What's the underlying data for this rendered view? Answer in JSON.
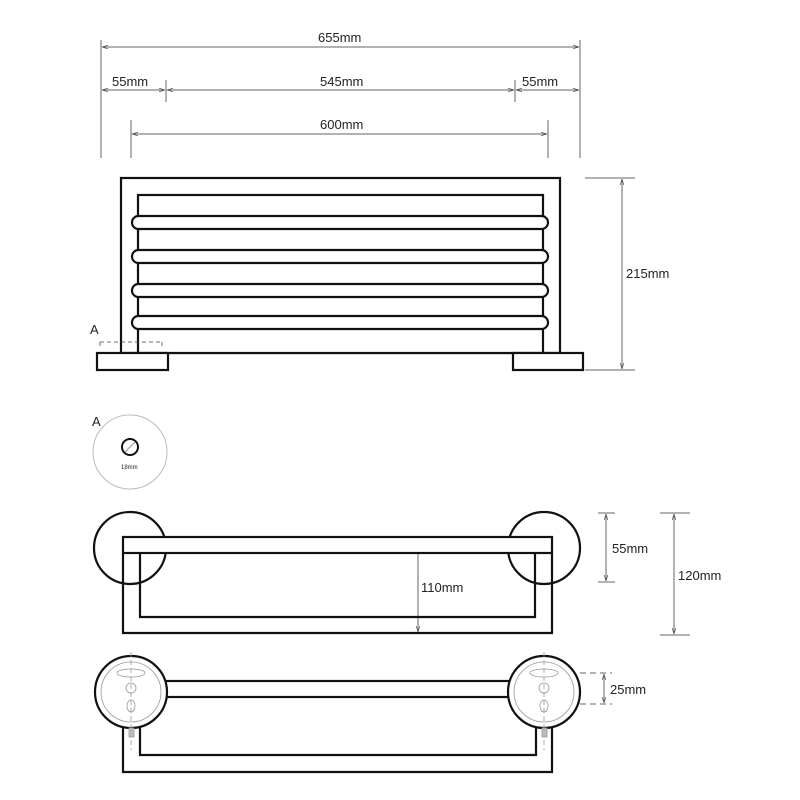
{
  "dimensions": {
    "overall_width": "655mm",
    "left_offset": "55mm",
    "center_span": "545mm",
    "right_offset": "55mm",
    "bar_length": "600mm",
    "height": "215mm",
    "depth_bar": "110mm",
    "depth_rosette": "55mm",
    "total_depth": "120mm",
    "rosette_spacing": "25mm"
  },
  "detail": {
    "label_marker": "A",
    "detail_label": "A",
    "tube_diameter": "18mm"
  },
  "colors": {
    "line": "#111111",
    "dim": "#555555",
    "center": "#aaaaaa"
  }
}
